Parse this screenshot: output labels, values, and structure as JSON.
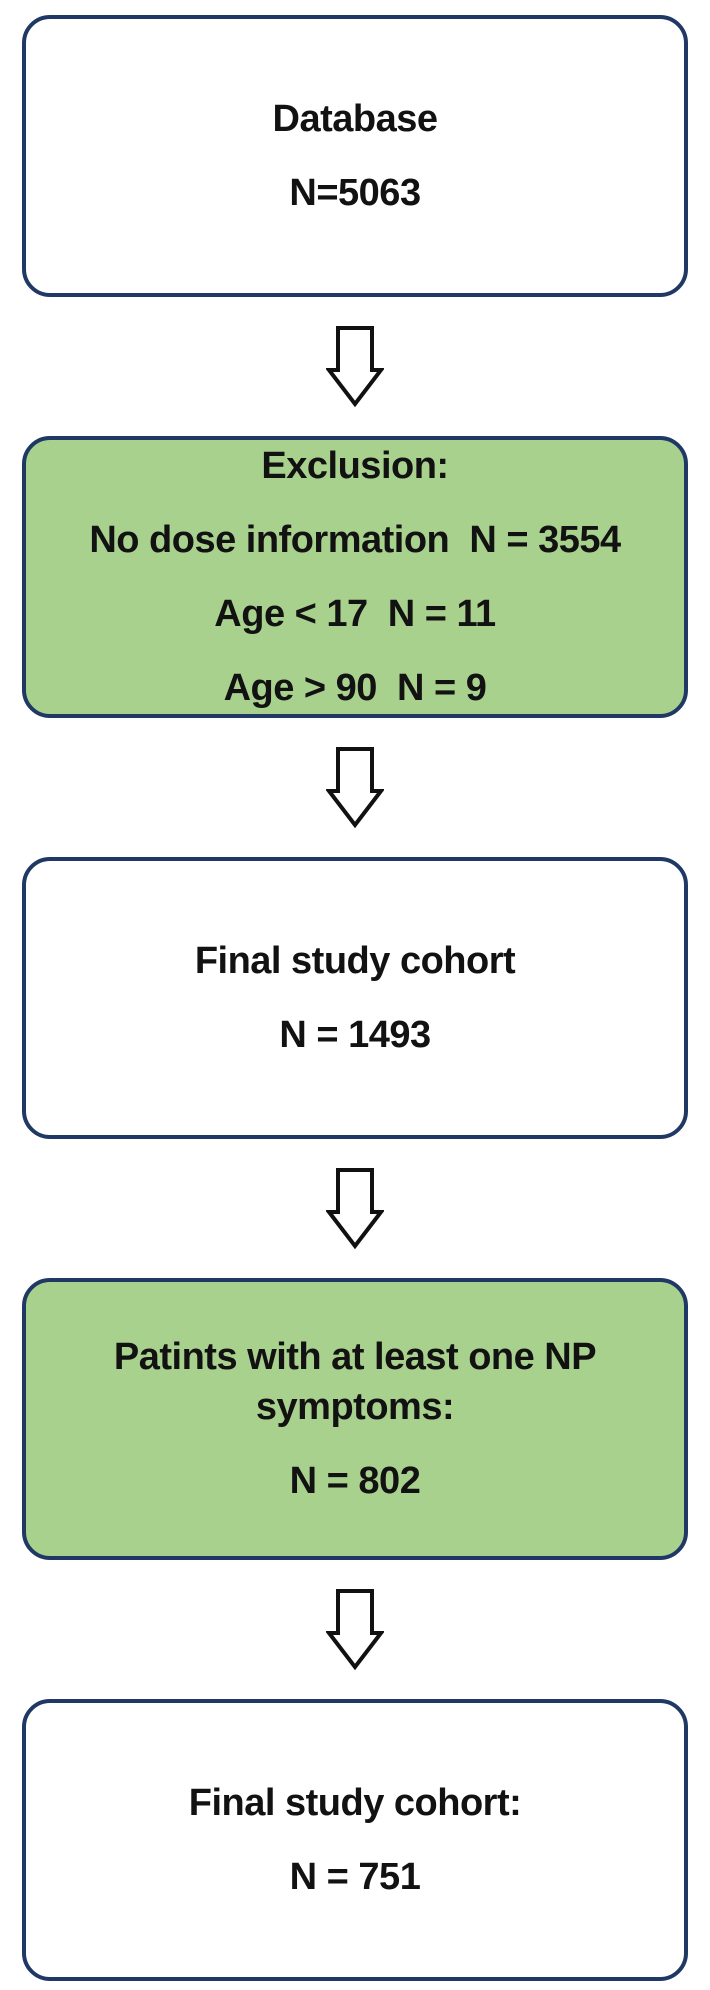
{
  "colors": {
    "page_background": "#ffffff",
    "box_border": "#1f3864",
    "green_box_fill": "#a9d18e",
    "white_box_fill": "#ffffff",
    "text": "#121212",
    "arrow_outline": "#111111",
    "arrow_fill": "#ffffff"
  },
  "flowchart": {
    "connector": "down-arrow",
    "nodes": [
      {
        "id": "database",
        "variant": "white",
        "lines": [
          "Database",
          "N=5063"
        ]
      },
      {
        "id": "exclusion",
        "variant": "green",
        "lines": [
          "Exclusion:",
          "No dose information  N = 3554",
          "Age < 17  N = 11",
          "Age > 90  N = 9"
        ]
      },
      {
        "id": "final-study-cohort",
        "variant": "white",
        "lines": [
          "Final study cohort",
          "N = 1493"
        ]
      },
      {
        "id": "np-symptoms",
        "variant": "green",
        "lines": [
          "Patints with at least one NP symptoms:",
          "N = 802"
        ]
      },
      {
        "id": "final-study-cohort-2",
        "variant": "white",
        "lines": [
          "Final study cohort:",
          "N = 751"
        ]
      }
    ]
  }
}
